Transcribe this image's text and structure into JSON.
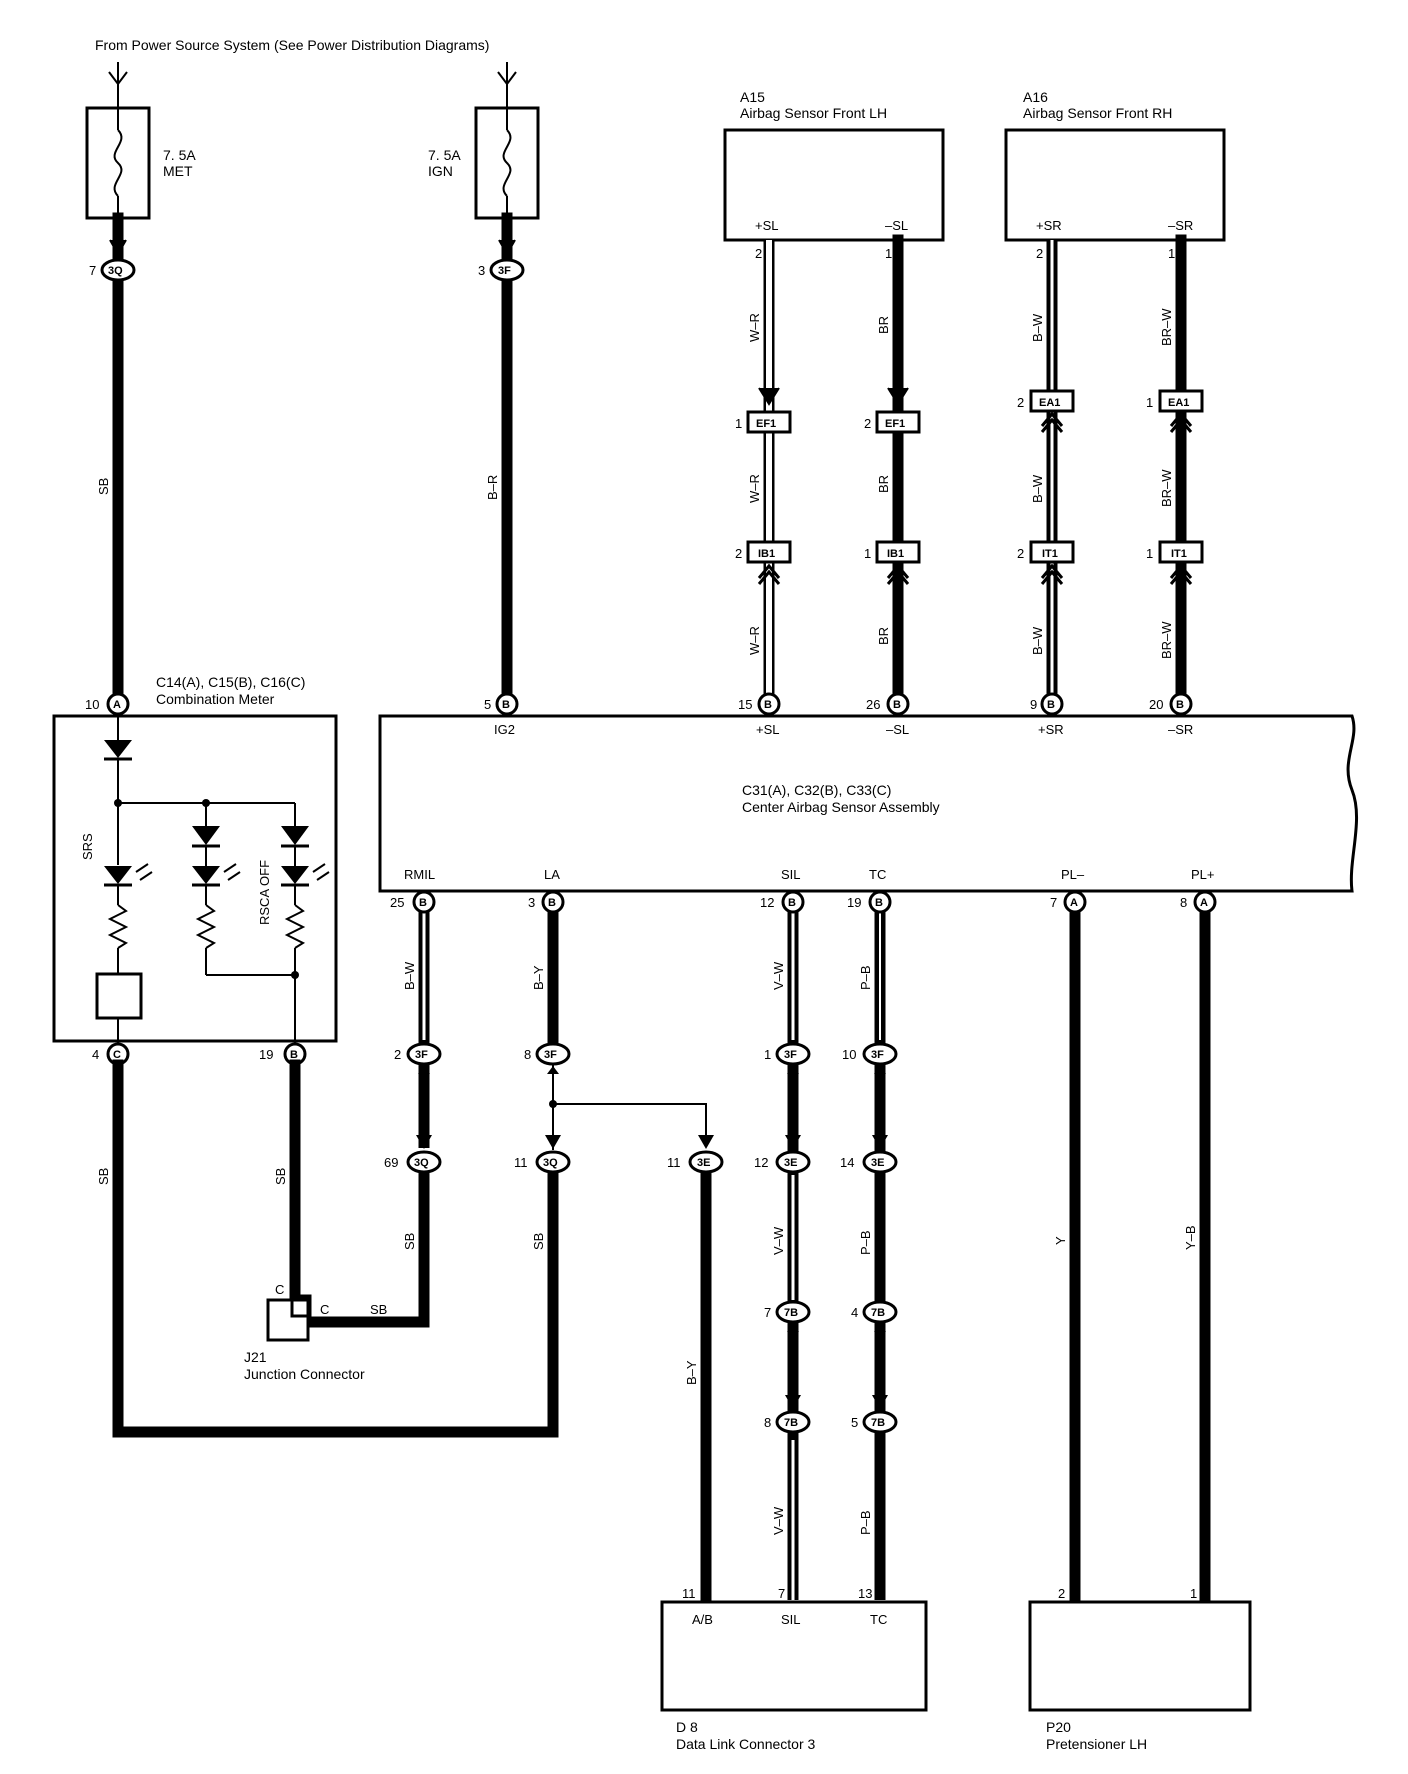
{
  "power_source": "From Power Source System (See Power Distribution Diagrams)",
  "fuses": [
    {
      "rating": "7. 5A",
      "name": "MET"
    },
    {
      "rating": "7. 5A",
      "name": "IGN"
    }
  ],
  "components": {
    "a15": {
      "id": "A15",
      "name": "Airbag Sensor Front LH",
      "pins": [
        "+SL",
        "–SL"
      ]
    },
    "a16": {
      "id": "A16",
      "name": "Airbag Sensor Front RH",
      "pins": [
        "+SR",
        "–SR"
      ]
    },
    "meter": {
      "id": "C14(A), C15(B), C16(C)",
      "name": "Combination Meter",
      "labels": [
        "SRS",
        "RSCA OFF"
      ]
    },
    "center": {
      "id": "C31(A), C32(B), C33(C)",
      "name": "Center Airbag Sensor Assembly",
      "top_terminals": [
        "IG2",
        "+SL",
        "–SL",
        "+SR",
        "–SR"
      ],
      "bottom_terminals": [
        "RMIL",
        "LA",
        "SIL",
        "TC",
        "PL–",
        "PL+"
      ]
    },
    "j21": {
      "id": "J21",
      "name": "Junction Connector",
      "pins": [
        "C",
        "C"
      ]
    },
    "d8": {
      "id": "D 8",
      "name": "Data Link Connector 3",
      "terminals": [
        "A/B",
        "SIL",
        "TC"
      ]
    },
    "p20": {
      "id": "P20",
      "name": "Pretensioner LH"
    }
  },
  "connectors": {
    "3Q": "3Q",
    "3F": "3F",
    "EF1": "EF1",
    "IB1": "IB1",
    "EA1": "EA1",
    "IT1": "IT1",
    "3E": "3E",
    "7B": "7B",
    "A": "A",
    "B": "B",
    "C": "C"
  },
  "pins": {
    "p7": "7",
    "p3": "3",
    "p2": "2",
    "p1": "1",
    "p10": "10",
    "p5": "5",
    "p15": "15",
    "p26": "26",
    "p9": "9",
    "p20": "20",
    "p25": "25",
    "p12": "12",
    "p19": "19",
    "p8": "8",
    "p4": "4",
    "p69": "69",
    "p11": "11",
    "p14": "14",
    "p13": "13"
  },
  "wires": {
    "SB": "SB",
    "BR": "B–R",
    "WR": "W–R",
    "BRN": "BR",
    "BW": "B–W",
    "BRW": "BR–W",
    "BY": "B–Y",
    "VW": "V–W",
    "PB": "P–B",
    "Y": "Y",
    "YB": "Y–B"
  }
}
